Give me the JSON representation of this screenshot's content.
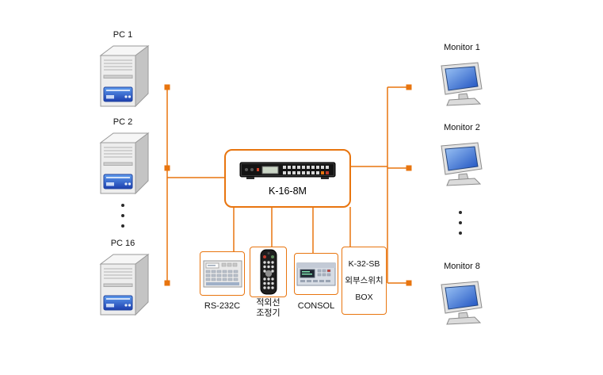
{
  "colors": {
    "wire": "#E8750F",
    "monitor_screen": "#2B66D6"
  },
  "left_nodes": [
    {
      "label": "PC 1"
    },
    {
      "label": "PC 2"
    },
    {
      "label": "PC 16"
    }
  ],
  "right_nodes": [
    {
      "label": "Monitor 1"
    },
    {
      "label": "Monitor 2"
    },
    {
      "label": "Monitor 8"
    }
  ],
  "hub": {
    "label": "K-16-8M"
  },
  "peripherals": {
    "rs232": {
      "label": "RS-232C"
    },
    "remote": {
      "label_line1": "적외선",
      "label_line2": "조정기"
    },
    "console": {
      "label": "CONSOL"
    },
    "switchbox": {
      "title": "K-32-SB",
      "line1": "외부스위치",
      "line2": "BOX"
    }
  }
}
